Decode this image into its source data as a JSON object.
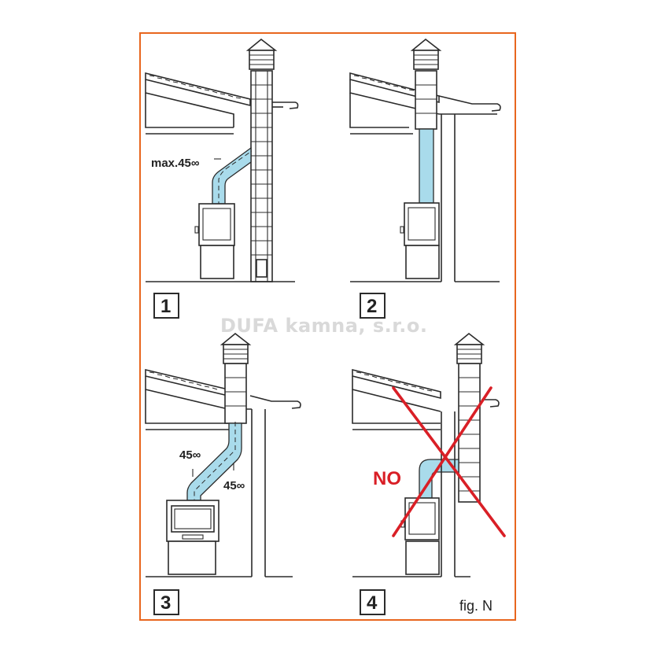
{
  "watermark": "DUFA kamna, s.r.o.",
  "figure_label": "fig. N",
  "colors": {
    "border": "#e8661e",
    "pipe": "#a9dbeb",
    "cross": "#d91f26",
    "line": "#2b2b2b"
  },
  "panels": [
    {
      "number": "1",
      "angle_label": "max.45∞"
    },
    {
      "number": "2"
    },
    {
      "number": "3",
      "angle_label_1": "45∞",
      "angle_label_2": "45∞"
    },
    {
      "number": "4",
      "warning_label": "NO"
    }
  ]
}
